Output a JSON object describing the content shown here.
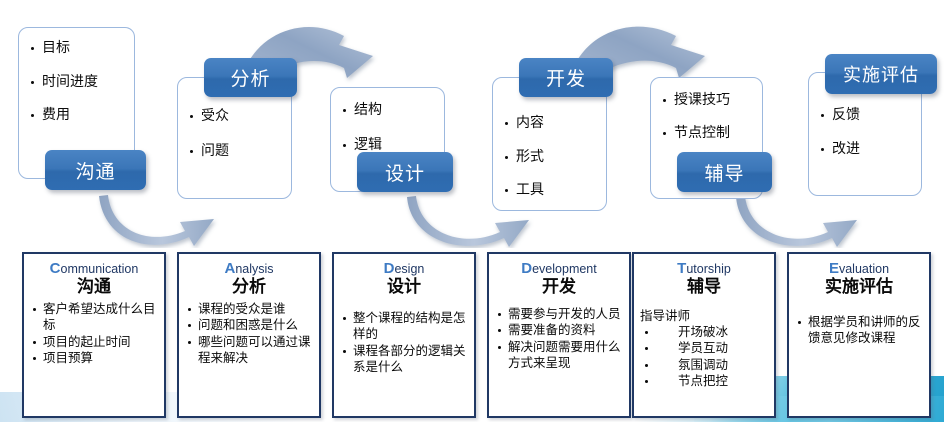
{
  "title": "ADDIE-style Course Development Cycle (CADDTE)",
  "theme": {
    "tag_blue": "#3B76B8",
    "card_border": "#9CB8DE",
    "box_border": "#203864",
    "accent_cap": "#3E7BC4",
    "arrow_gray_blue": "#9DB0CB",
    "deco_cyan": "#2EAAD4"
  },
  "cycle": {
    "stages": [
      {
        "tag": "沟通",
        "items": [
          "目标",
          "时间进度",
          "费用"
        ]
      },
      {
        "tag": "分析",
        "items": [
          "受众",
          "问题"
        ]
      },
      {
        "tag": "设计",
        "items": [
          "结构",
          "逻辑"
        ]
      },
      {
        "tag": "开发",
        "items": [
          "内容",
          "形式",
          "工具"
        ]
      },
      {
        "tag": "辅导",
        "items": [
          "授课技巧",
          "节点控制"
        ]
      },
      {
        "tag": "实施评估",
        "items": [
          "反馈",
          "改进"
        ]
      }
    ]
  },
  "detail_boxes": [
    {
      "cap": "C",
      "rest": "ommunication",
      "cn": "沟通",
      "lead": "",
      "items": [
        "客户希望达成什么目标",
        "项目的起止时间",
        "项目预算"
      ]
    },
    {
      "cap": "A",
      "rest": "nalysis",
      "cn": "分析",
      "lead": "",
      "items": [
        "课程的受众是谁",
        "问题和困惑是什么",
        "哪些问题可以通过课程来解决"
      ]
    },
    {
      "cap": "D",
      "rest": "esign",
      "cn": "设计",
      "lead": "",
      "items": [
        "整个课程的结构是怎样的",
        "课程各部分的逻辑关系是什么"
      ]
    },
    {
      "cap": "D",
      "rest": "evelopment",
      "cn": "开发",
      "lead": "",
      "items": [
        "需要参与开发的人员",
        "需要准备的资料",
        "解决问题需要用什么方式来呈现"
      ]
    },
    {
      "cap": "T",
      "rest": "utorship",
      "cn": "辅导",
      "lead": "指导讲师",
      "items": [
        "开场破冰",
        "学员互动",
        "氛围调动",
        "节点把控"
      ]
    },
    {
      "cap": "E",
      "rest": "valuation",
      "cn": "实施评估",
      "lead": "",
      "items": [
        "根据学员和讲师的反馈意见修改课程"
      ]
    }
  ]
}
